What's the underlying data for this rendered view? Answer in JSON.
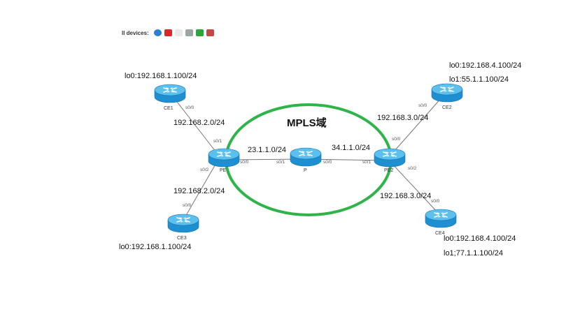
{
  "toolbar": {
    "label": "ll devices:",
    "icons": [
      "globe-icon",
      "stop-icon",
      "flag-icon",
      "link-icon",
      "cloud-icon",
      "table-icon"
    ]
  },
  "domain_label": "MPLS域",
  "devices": {
    "ce1": "CE1",
    "ce2": "CE2",
    "ce3": "CE3",
    "ce4": "CE4",
    "pe1": "PE",
    "p": "P",
    "pe2": "PE2"
  },
  "ports": {
    "ce1_s00": "s0/0",
    "pe1_s01": "s0/1",
    "pe1_s00": "s0/0",
    "pe1_s02": "s0/2",
    "ce3_s00": "s0/0",
    "p_s01": "s0/1",
    "p_s00": "s0/0",
    "pe2_s01": "s0/1",
    "pe2_s00": "s0/0",
    "pe2_s02": "s0/2",
    "ce2_s00": "s0/0",
    "ce4_s00": "s0/0"
  },
  "networks": {
    "ce1_pe1": "192.168.2.0/24",
    "pe1_ce3": "192.168.2.0/24",
    "pe1_p": "23.1.1.0/24",
    "p_pe2": "34.1.1.0/24",
    "pe2_ce2": "192.168.3.0/24",
    "pe2_ce4": "192.168.3.0/24"
  },
  "loopbacks": {
    "ce1_lo0": "lo0:192.168.1.100/24",
    "ce3_lo0": "lo0:192.168.1.100/24",
    "ce2_lo0": "lo0:192.168.4.100/24",
    "ce2_lo1": "lo1:55.1.1.100/24",
    "ce4_lo0": "lo0:192.168.4.100/24",
    "ce4_lo1": "lo1;77.1.1.100/24"
  },
  "colors": {
    "domain_ring": "#2fb44a",
    "router_body": "#1e8fd0",
    "router_top": "#5cc0ee",
    "link": "#777777"
  }
}
